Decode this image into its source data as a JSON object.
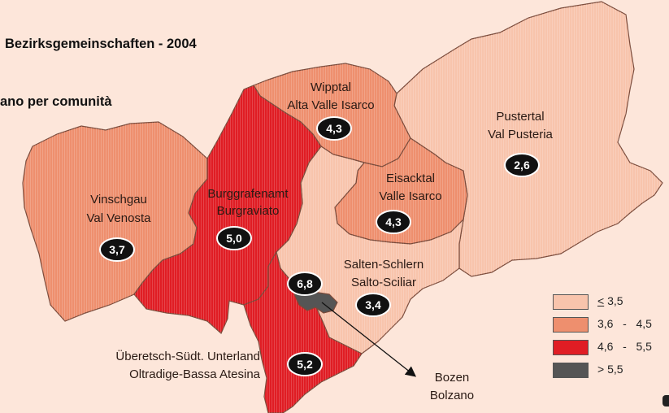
{
  "title_line1": "Bezirksgemeinschaften - 2004",
  "title_line2": "ano per comunità",
  "colors": {
    "background": "#fde6da",
    "class_le_3_5": "#f8c4ac",
    "class_3_6_4_5": "#ee8f6e",
    "class_4_6_5_5": "#e01d24",
    "class_gt_5_5": "#555555",
    "badge": "#111111"
  },
  "regions": [
    {
      "key": "vinschgau",
      "name_de": "Vinschgau",
      "name_it": "Val Venosta",
      "value": "3,7",
      "class": "class_3_6_4_5"
    },
    {
      "key": "burggrafenamt",
      "name_de": "Burggrafenamt",
      "name_it": "Burgraviato",
      "value": "5,0",
      "class": "class_4_6_5_5"
    },
    {
      "key": "wipptal",
      "name_de": "Wipptal",
      "name_it": "Alta Valle Isarco",
      "value": "4,3",
      "class": "class_3_6_4_5"
    },
    {
      "key": "pustertal",
      "name_de": "Pustertal",
      "name_it": "Val Pusteria",
      "value": "2,6",
      "class": "class_le_3_5"
    },
    {
      "key": "eisacktal",
      "name_de": "Eisacktal",
      "name_it": "Valle Isarco",
      "value": "4,3",
      "class": "class_3_6_4_5"
    },
    {
      "key": "salten",
      "name_de": "Salten-Schlern",
      "name_it": "Salto-Sciliar",
      "value": "3,4",
      "class": "class_le_3_5"
    },
    {
      "key": "ueberetsch",
      "name_de": "Überetsch-Südt. Unterland",
      "name_it": "Oltradige-Bassa Atesina",
      "value": "5,2",
      "class": "class_4_6_5_5"
    },
    {
      "key": "bozen",
      "name_de": "Bozen",
      "name_it": "Bolzano",
      "value": "6,8",
      "class": "class_gt_5_5"
    }
  ],
  "legend": [
    {
      "prefix": "<",
      "label": " 3,5",
      "class": "class_le_3_5"
    },
    {
      "prefix": "",
      "label": "3,6   -   4,5",
      "class": "class_3_6_4_5"
    },
    {
      "prefix": "",
      "label": "4,6   -   5,5",
      "class": "class_4_6_5_5"
    },
    {
      "prefix": "",
      "label": "> 5,5",
      "class": "class_gt_5_5"
    }
  ]
}
